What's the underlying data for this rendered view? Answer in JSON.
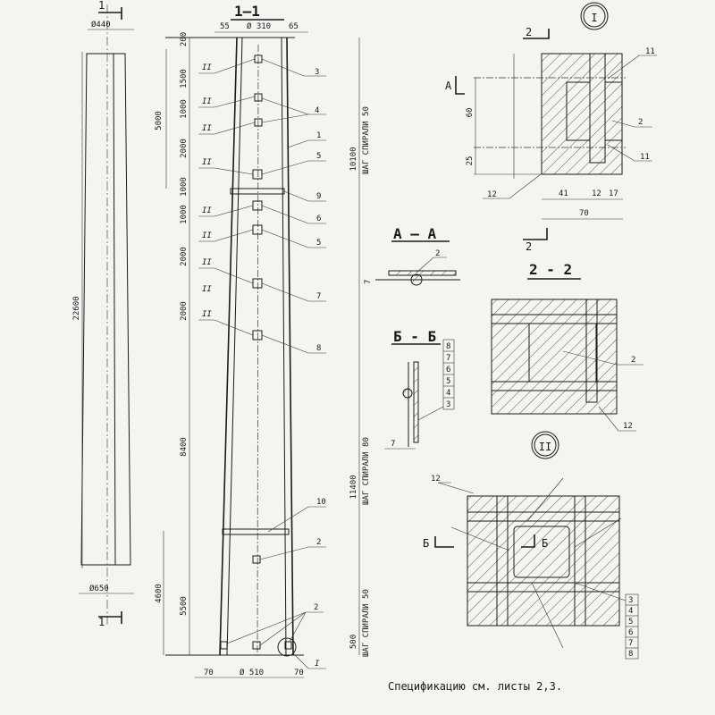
{
  "elevation": {
    "section_mark_top": "1",
    "top_diameter": "Ø440",
    "length": "22600",
    "bottom_diameter": "Ø650",
    "section_mark_bottom": "1"
  },
  "section_1_1": {
    "title": "1—1",
    "top_dims": [
      "55",
      "Ø 310",
      "65"
    ],
    "bottom_dims": [
      "70",
      "Ø 510",
      "70"
    ],
    "left_chain": [
      "200",
      "1500",
      "1000",
      "2000",
      "1000",
      "1000",
      "2000",
      "2000",
      "8400",
      "4600"
    ],
    "outer_dims": [
      "5000",
      "5500"
    ],
    "right_dims": [
      "10100",
      "11400",
      "500"
    ],
    "spiral_notes": [
      "ШАГ СПИРАЛИ 50",
      "ШАГ СПИРАЛИ 80",
      "ШАГ СПИРАЛИ 50"
    ],
    "callouts": [
      "3",
      "4",
      "1",
      "5",
      "9",
      "6",
      "5",
      "7",
      "8",
      "10",
      "2",
      "2"
    ],
    "node_refs": [
      "II",
      "II",
      "II",
      "II",
      "II",
      "II",
      "II",
      "II",
      "II"
    ],
    "node_I": "I"
  },
  "detail_I": {
    "title": "I",
    "section_mark": "2",
    "section_A": "A",
    "dims": [
      "60",
      "25",
      "41",
      "12",
      "17",
      "70"
    ],
    "callouts": [
      "11",
      "2",
      "11",
      "12"
    ]
  },
  "section_A_A": {
    "title": "А — А",
    "callout": "2",
    "dim": "7"
  },
  "section_B_B": {
    "title": "Б - Б",
    "stack": [
      "8",
      "7",
      "6",
      "5",
      "4",
      "3"
    ],
    "dim": "7"
  },
  "section_2_2": {
    "title": "2 - 2",
    "callouts": [
      "2",
      "12"
    ]
  },
  "detail_II": {
    "title": "II",
    "callout": "12",
    "section_marks": [
      "Б",
      "Б"
    ],
    "stack": [
      "3",
      "4",
      "5",
      "6",
      "7",
      "8"
    ]
  },
  "note": "Спецификацию  см.  листы 2,3."
}
